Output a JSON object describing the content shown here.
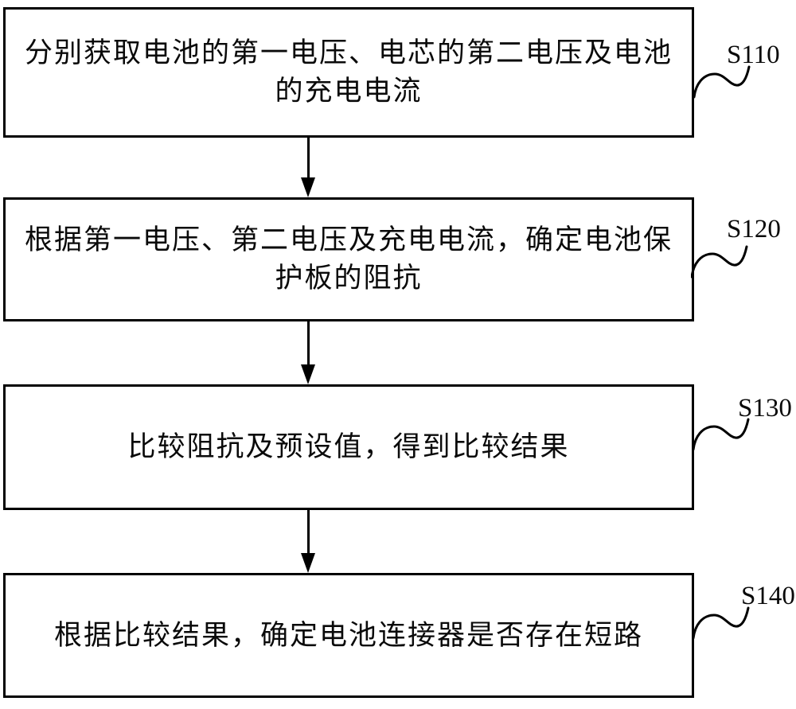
{
  "figure": {
    "type": "flowchart",
    "background_color": "#ffffff",
    "stroke_color": "#000000",
    "text_color": "#0a0a0a",
    "steps": [
      {
        "label": "S110",
        "text": "分别获取电池的第一电压、电芯的第二电压及电池的充电电流"
      },
      {
        "label": "S120",
        "text": "根据第一电压、第二电压及充电电流，确定电池保护板的阻抗"
      },
      {
        "label": "S130",
        "text": "比较阻抗及预设值，得到比较结果"
      },
      {
        "label": "S140",
        "text": "根据比较结果，确定电池连接器是否存在短路"
      }
    ]
  }
}
